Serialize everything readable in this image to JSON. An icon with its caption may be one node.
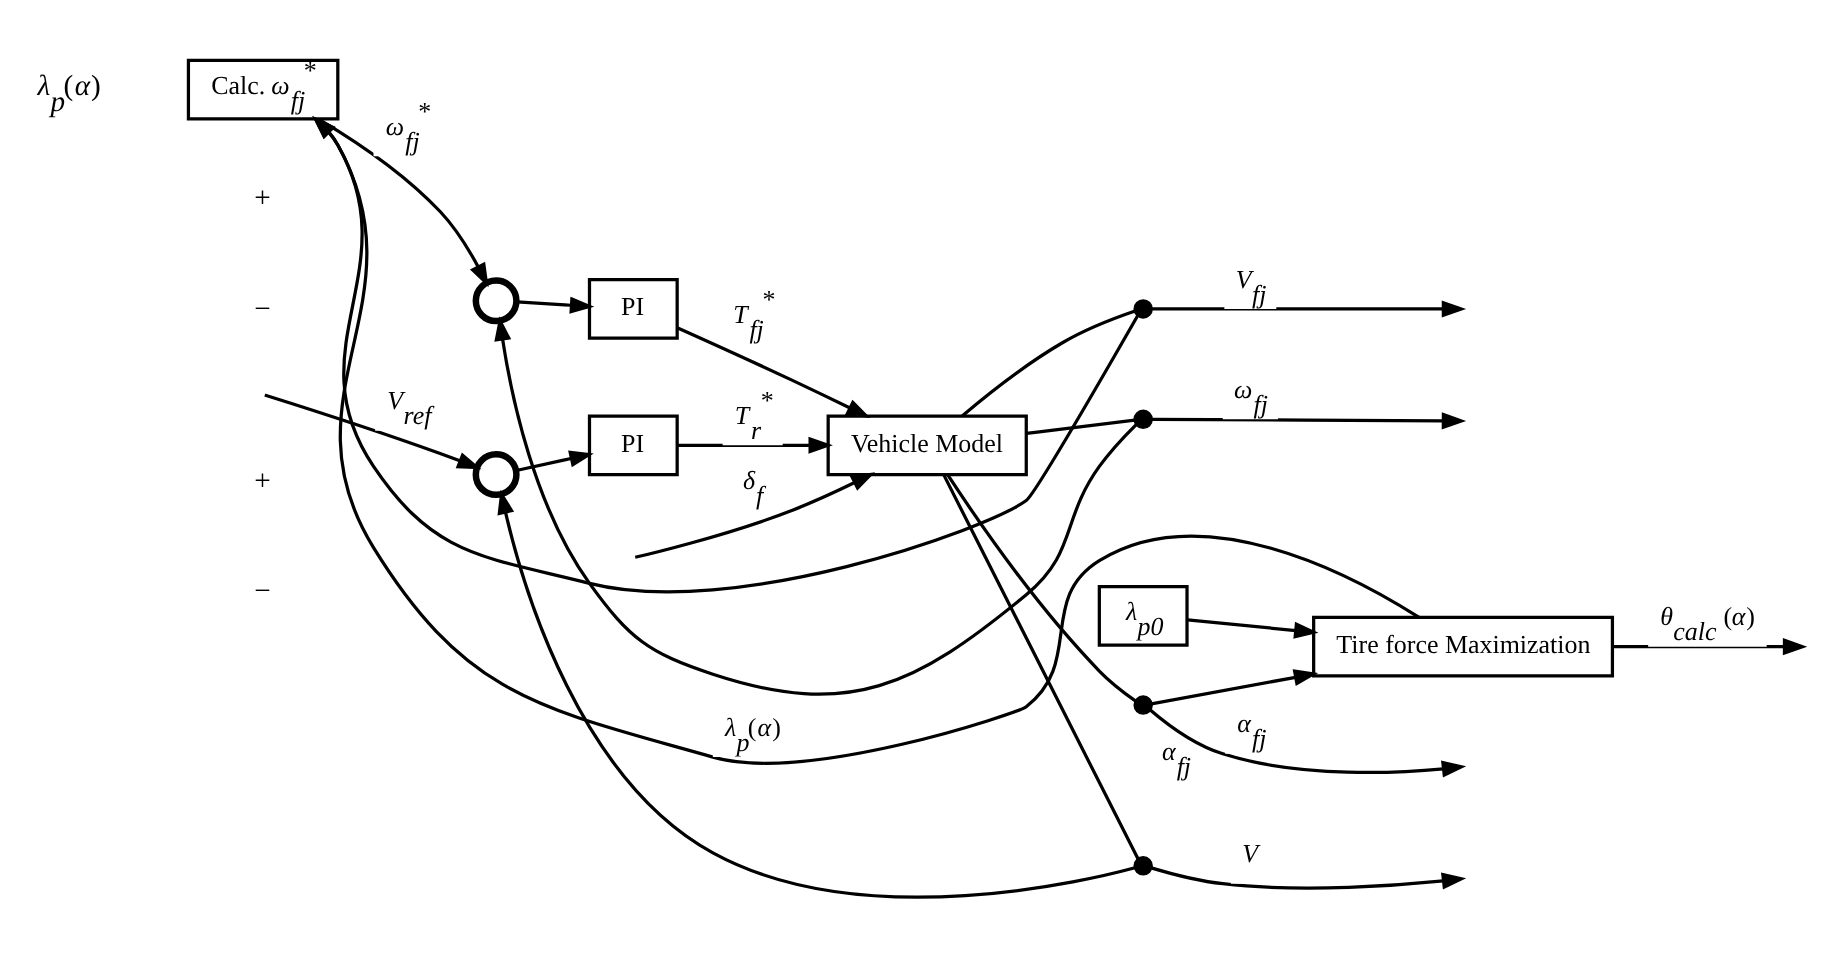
{
  "diagram": {
    "nodes": [
      {
        "text": [
          "Calc. *ω*$_{fj}$$^{*}$"
        ]
      },
      {
        "text": [],
        "shape": "circle"
      },
      {
        "text": [
          "PI"
        ]
      },
      {
        "text": [],
        "shape": "circle"
      },
      {
        "text": [
          "PI"
        ]
      },
      {
        "text": [
          "Vehicle Model"
        ]
      },
      {
        "text": [
          "Tire force Maximization"
        ]
      },
      {
        "text": [
          "*λ*$_{p0}$"
        ]
      },
      {
        "text": [],
        "shape": "circle"
      },
      {
        "text": [],
        "shape": "circle"
      },
      {
        "text": [],
        "shape": "circle"
      },
      {
        "text": [],
        "shape": "circle"
      }
    ],
    "edges": [
      {
        "from": 0,
        "to": 1,
        "arrow": "to",
        "label": "*ω*$_{fj}$$^{*}$"
      },
      {
        "from": 1,
        "to": 2,
        "arrow": "to"
      },
      {
        "from": 2,
        "to": 5,
        "arrow": "to",
        "label": "*T*$_{fj}$$^{*}$"
      },
      {
        "from": null,
        "to": 3,
        "arrow": "to",
        "label": "*V*$_{ref}$"
      },
      {
        "from": 3,
        "to": 4,
        "arrow": "to"
      },
      {
        "from": 4,
        "to": 5,
        "arrow": "to",
        "label": "*T*$_{r}$$^{*}$"
      },
      {
        "from": null,
        "to": 5,
        "arrow": "to",
        "label": "*δ*$_{f}$"
      },
      {
        "from": 5,
        "to": 8,
        "arrow": "none"
      },
      {
        "from": 8,
        "to": null,
        "arrow": "to",
        "label": "*V*$_{fj}$"
      },
      {
        "from": 5,
        "to": 9,
        "arrow": "none"
      },
      {
        "from": 9,
        "to": null,
        "arrow": "to",
        "label": "*ω*$_{fj}$"
      },
      {
        "from": 5,
        "to": 10,
        "arrow": "none"
      },
      {
        "from": 10,
        "to": null,
        "arrow": "to",
        "label": "*α*$_{fj}$"
      },
      {
        "from": 5,
        "to": 11,
        "arrow": "none"
      },
      {
        "from": 11,
        "to": null,
        "arrow": "to",
        "label": "*V*"
      },
      {
        "from": 8,
        "to": 0,
        "arrow": "to"
      },
      {
        "from": 9,
        "to": 1,
        "arrow": "to"
      },
      {
        "from": 11,
        "to": 3,
        "arrow": "to"
      },
      {
        "from": 10,
        "to": 6,
        "arrow": "to",
        "label": "*α*$_{fj}$"
      },
      {
        "from": 6,
        "to": 0,
        "arrow": "to",
        "label": "*λ*$_{p}$(*α*)"
      },
      {
        "from": 7,
        "to": 6,
        "arrow": "to"
      },
      {
        "from": 6,
        "to": null,
        "arrow": "to",
        "label": "*θ*$_{calc}$ (*α*)"
      }
    ],
    "labels": [
      "*λ*$_{p}$(*α*)",
      "+",
      "−",
      "+",
      "−"
    ]
  }
}
